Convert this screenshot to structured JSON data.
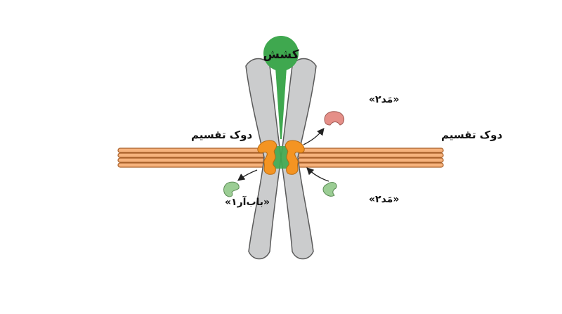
{
  "labels": {
    "tension": "کشش",
    "spindle_left": "دوک تقسیم",
    "spindle_right": "دوک تقسیم",
    "mad2_top": "«مَد۲»",
    "mad2_bottom": "«مَد۲»",
    "bubr1": "«باب‌آر۱»"
  },
  "colors": {
    "chromosome": "#cbcccd",
    "chromosome_stroke": "#5a5a5a",
    "tension": "#3fa84f",
    "microtubule": "#f6b27c",
    "microtubule_stroke": "#a8602a",
    "kinetochore": "#f49422",
    "mad2_active": "#e58f88",
    "mad2_inactive": "#9bcd94",
    "bubr1": "#9bcd94"
  }
}
